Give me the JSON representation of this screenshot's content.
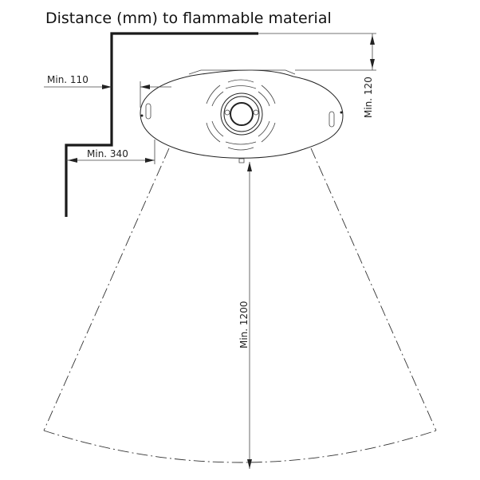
{
  "title": "Distance (mm) to flammable material",
  "dimensions": {
    "min_110": "Min. 110",
    "min_340": "Min. 340",
    "min_120": "Min. 120",
    "min_1200": "Min. 1200"
  },
  "colors": {
    "line": "#222222",
    "wall": "#1a1a1a",
    "background": "#ffffff"
  }
}
